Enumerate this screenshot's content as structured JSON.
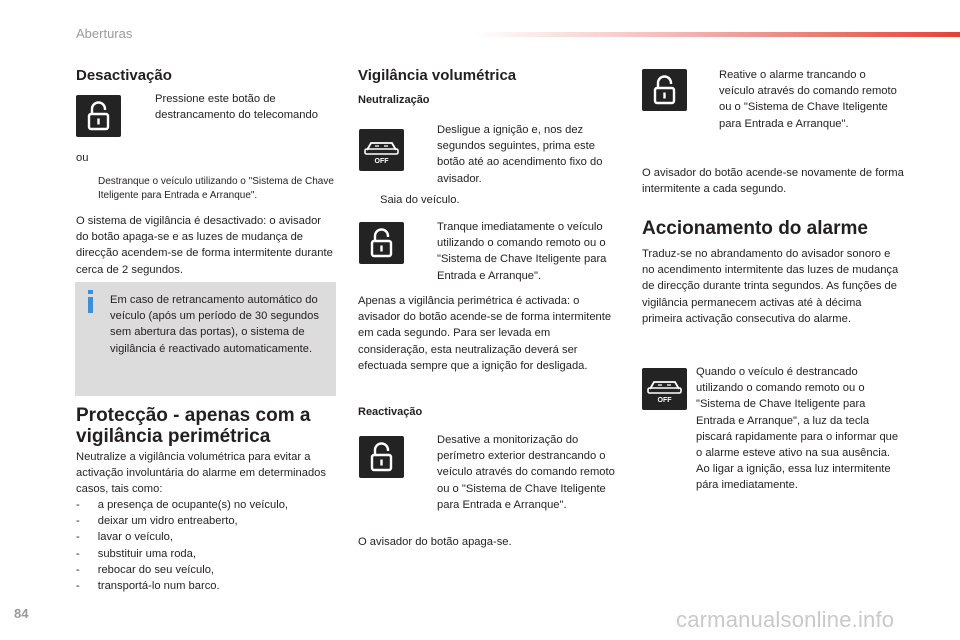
{
  "header": {
    "title": "Aberturas"
  },
  "page_number": "84",
  "watermark": "carmanualsonline.info",
  "col1": {
    "heading_deact": "Desactivação",
    "press_button": "Pressione este botão de destrancamento do telecomando",
    "or": "ou",
    "unlock_keyless": "Destranque o veículo utilizando o \"Sistema de Chave Iteligente para Entrada e Arranque\".",
    "deactivated_desc": "O sistema de vigilância é desactivado: o avisador do botão apaga-se e as luzes de mudança de direcção acendem-se de forma intermitente durante cerca de 2 segundos.",
    "info_text": "Em caso de retrancamento automático do veículo (após um período de 30 segundos sem abertura das portas), o sistema de vigilância é reactivado automaticamente.",
    "heading_protection": "Protecção - apenas com a vigilância perimétrica",
    "protection_intro": "Neutralize a vigilância volumétrica para evitar a activação involuntária do alarme em determinados casos, tais como:",
    "protection_items": [
      "a presença de ocupante(s) no veículo,",
      "deixar um vidro entreaberto,",
      "lavar o veículo,",
      "substituir uma roda,",
      "rebocar do seu veículo,",
      "transportá-lo num barco."
    ]
  },
  "col2": {
    "heading_vol": "Vigilância volumétrica",
    "sub_neutral": "Neutralização",
    "step_ignition": "Desligue a ignição e, nos dez segundos seguintes, prima este botão até ao acendimento fixo do avisador.",
    "step_exit": "Saia do veículo.",
    "step_lock": "Tranque imediatamente o veículo utilizando o comando remoto ou o \"Sistema de Chave Iteligente para Entrada e Arranque\".",
    "perimeter_desc": "Apenas a vigilância perimétrica é activada: o avisador do botão acende-se de forma intermitente em cada segundo. Para ser levada em consideração, esta neutralização deverá ser efectuada sempre que a ignição for desligada.",
    "sub_react": "Reactivação",
    "step_deactivate": "Desative a monitorização do perímetro exterior destrancando o veículo através do comando remoto ou o \"Sistema de Chave Iteligente para Entrada e Arranque\".",
    "led_off": "O avisador do botão apaga-se."
  },
  "col3": {
    "step_reactivate": "Reative o alarme trancando o veículo através do comando remoto ou o \"Sistema de Chave Iteligente para Entrada e Arranque\".",
    "led_blink": "O avisador do botão acende-se novamente de forma intermitente a cada segundo.",
    "heading_trigger": "Accionamento do alarme",
    "trigger_desc": "Traduz-se no abrandamento do avisador sonoro e no acendimento intermitente das luzes de mudança de direcção durante trinta segundos. As funções de vigilância permanecem activas até à décima primeira activação consecutiva do alarme.",
    "unlock_note": "Quando o veículo é destrancado utilizando o comando remoto ou o \"Sistema de Chave Iteligente para Entrada e Arranque\", a luz da tecla piscará rapidamente para o informar que o alarme esteve ativo na sua ausência. Ao ligar a ignição, essa luz intermitente pára imediatamente."
  },
  "bullet_glyph": "",
  "icons": {
    "unlock": "unlock-padlock-icon",
    "alarm_off": "car-alarm-off-icon",
    "info": "info-icon"
  },
  "colors": {
    "accent_red": "#e2413a",
    "info_blue": "#3a8fd6",
    "info_bg": "#dcdcdc"
  },
  "off_label": "OFF"
}
